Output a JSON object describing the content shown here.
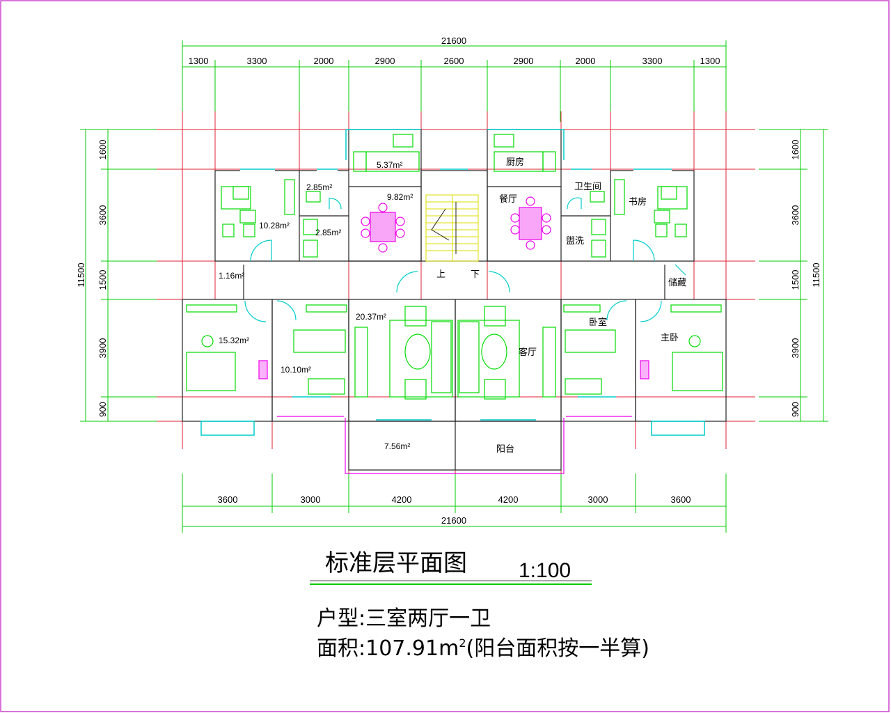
{
  "colors": {
    "border": "#cc44cc",
    "axis": "#dd2233",
    "dimension": "#00cc00",
    "wall": "#222222",
    "furniture": "#00dd00",
    "dining": "#ee00ee",
    "window": "#00cccc",
    "stair": "#eeee00"
  },
  "dimensions": {
    "top_total": "21600",
    "top": [
      "1300",
      "3300",
      "2000",
      "2900",
      "2600",
      "2900",
      "2000",
      "3300",
      "1300"
    ],
    "bottom": [
      "3600",
      "3000",
      "4200",
      "4200",
      "3000",
      "3600"
    ],
    "bottom_total": "21600",
    "left_total": "11500",
    "left": [
      "1600",
      "3600",
      "1500",
      "3900",
      "900"
    ],
    "right": [
      "1600",
      "3600",
      "1500",
      "3900",
      "900"
    ],
    "right_total": "11500"
  },
  "rooms": {
    "kitchen_left_area": "5.37m²",
    "kitchen_right": "厨房",
    "bath_left_upper": "2.85m²",
    "bath_left_lower": "2.85m²",
    "bath_right": "卫生间",
    "wash_right": "盥洗",
    "study_left": "10.28m²",
    "study_right": "书房",
    "dining_left": "9.82m²",
    "dining_right": "餐厅",
    "storage_left": "1.16m²",
    "storage_right": "储藏",
    "stair_up": "上",
    "stair_down": "下",
    "living_left": "20.37m²",
    "living_right": "客厅",
    "master_left": "15.32m²",
    "master_right": "主卧",
    "bedroom_left": "10.10m²",
    "bedroom_right": "卧室",
    "balcony_left": "7.56m²",
    "balcony_right": "阳台"
  },
  "title": {
    "text": "标准层平面图",
    "scale": "1:100"
  },
  "info": {
    "type_line": "户型:三室两厅一卫",
    "area_prefix": "面积:107.91m",
    "area_sup": "2",
    "area_suffix": "(阳台面积按一半算)"
  }
}
